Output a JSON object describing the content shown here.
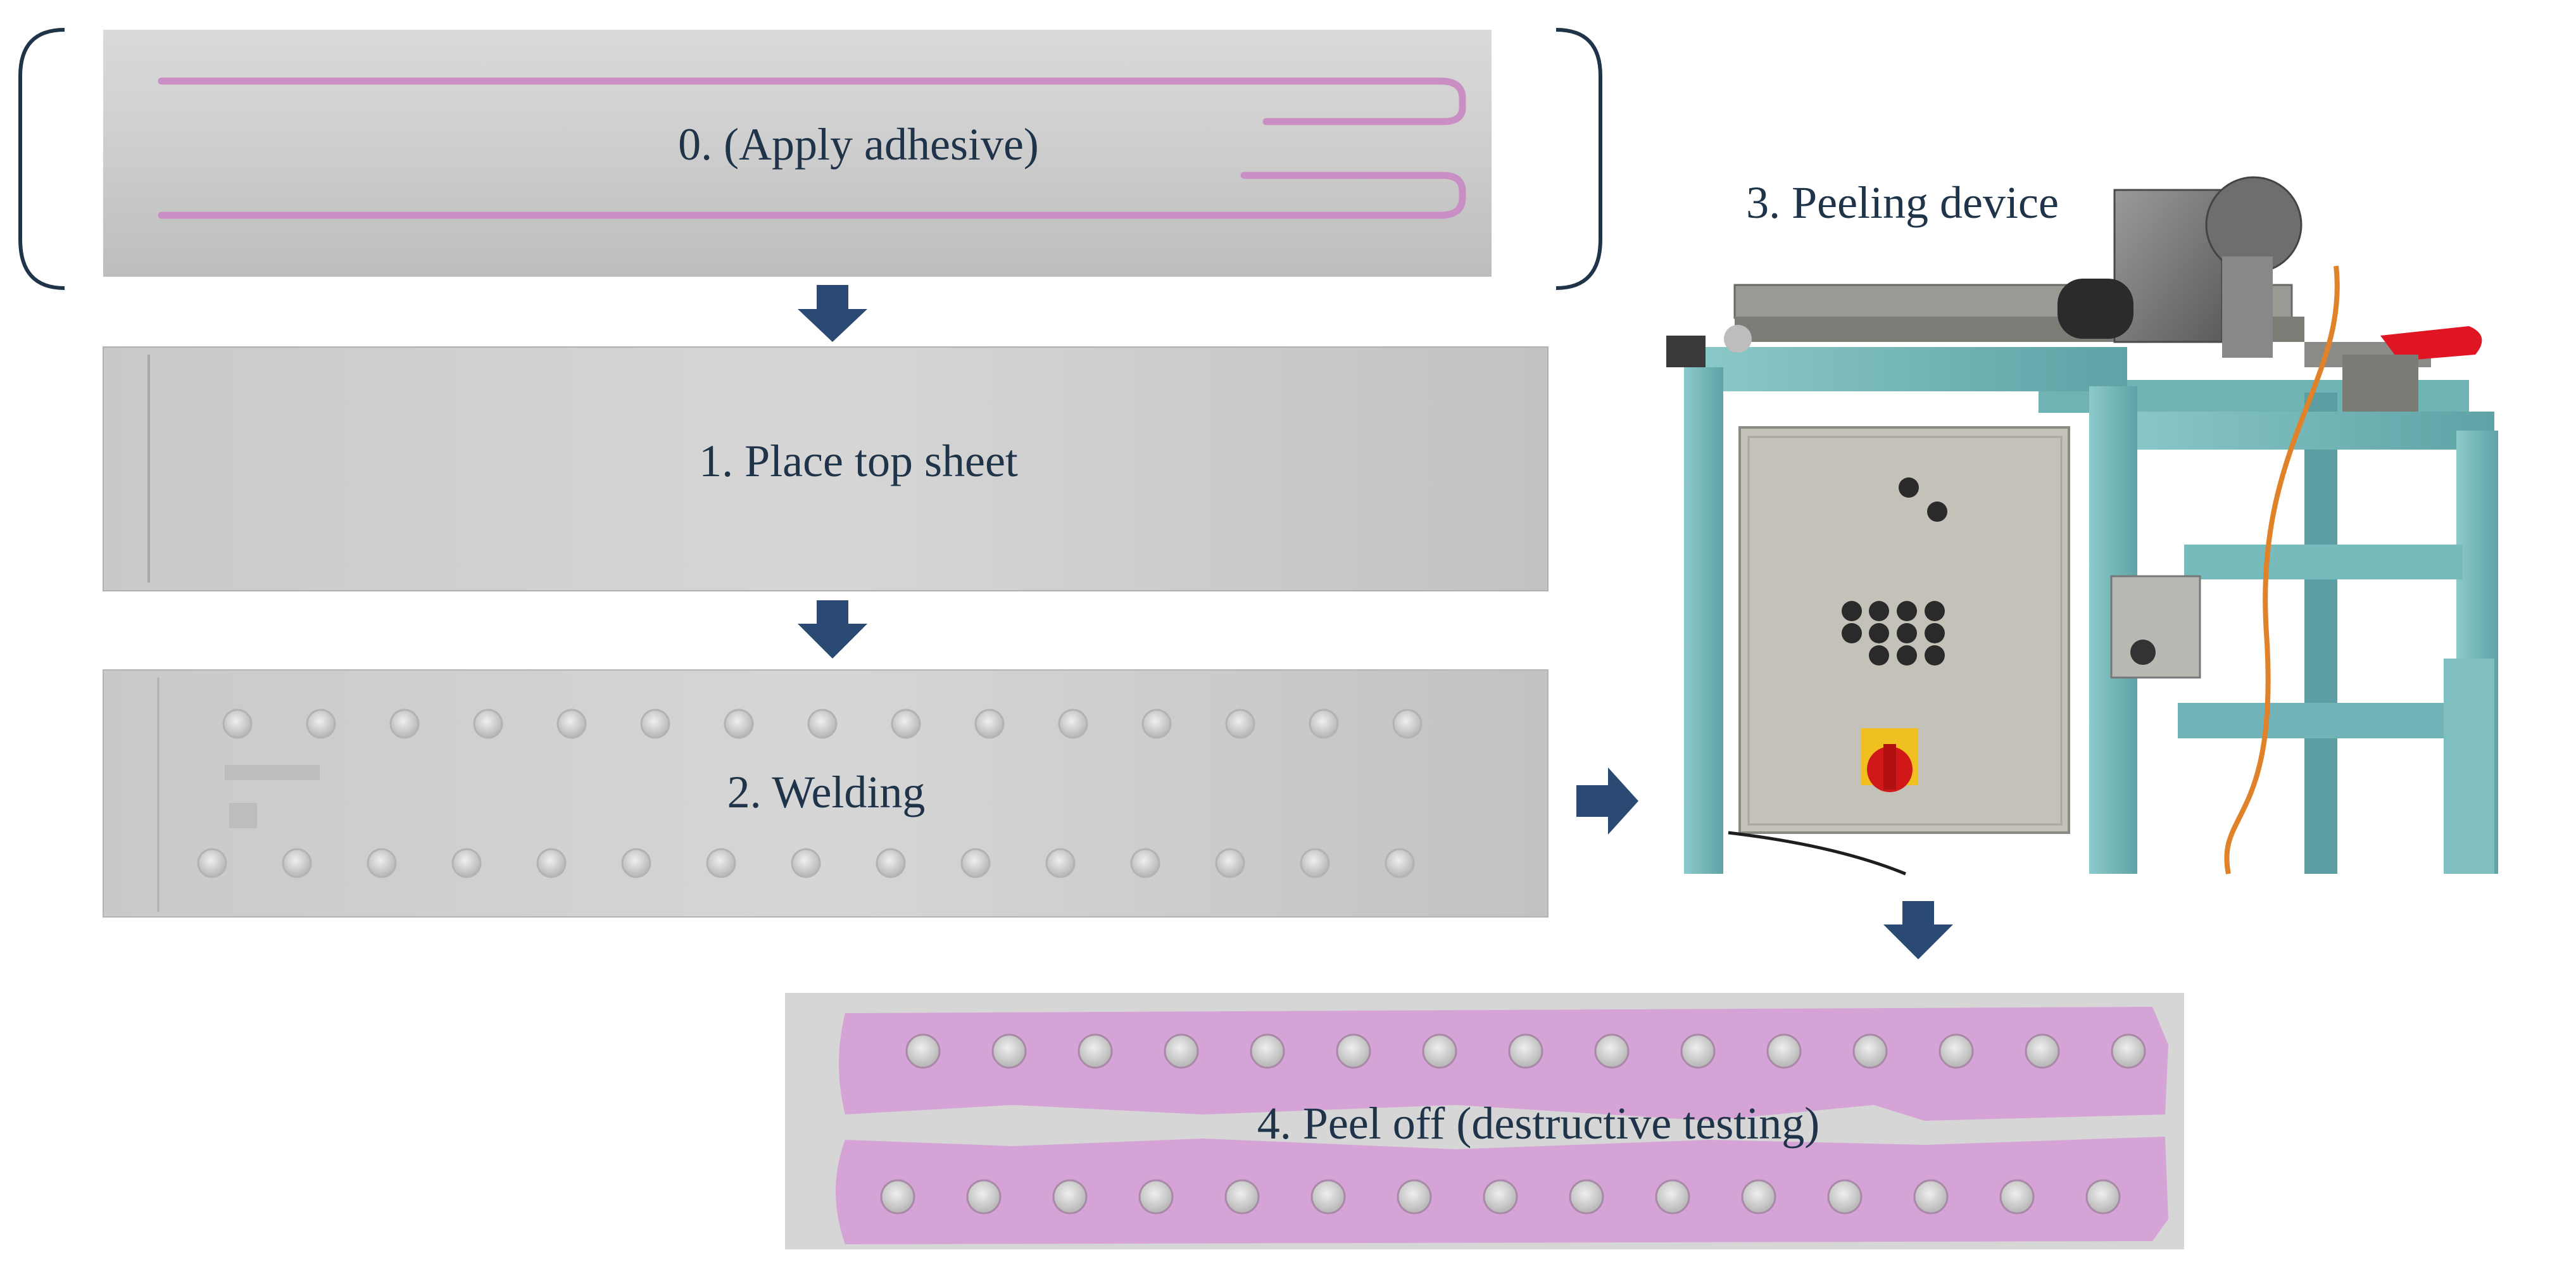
{
  "steps": {
    "apply_adhesive": "0. (Apply adhesive)",
    "place_top_sheet": "1. Place top sheet",
    "welding": "2. Welding",
    "peeling_device": "3. Peeling device",
    "peel_off": "4. Peel off (destructive testing)"
  },
  "colors": {
    "arrow": "#2b4a73",
    "bracket": "#1f3349",
    "label": "#1f3349",
    "adhesive": "#c98fc4",
    "sheet": "#cfcfcf",
    "machine_frame": "#7fbfc0",
    "cabinet": "#c4c2b8",
    "switch_red": "#d01818",
    "switch_yellow": "#f0c020"
  },
  "icons": {
    "flow_arrow": "down-arrow-icon",
    "flow_arrow_right": "right-arrow-icon"
  }
}
